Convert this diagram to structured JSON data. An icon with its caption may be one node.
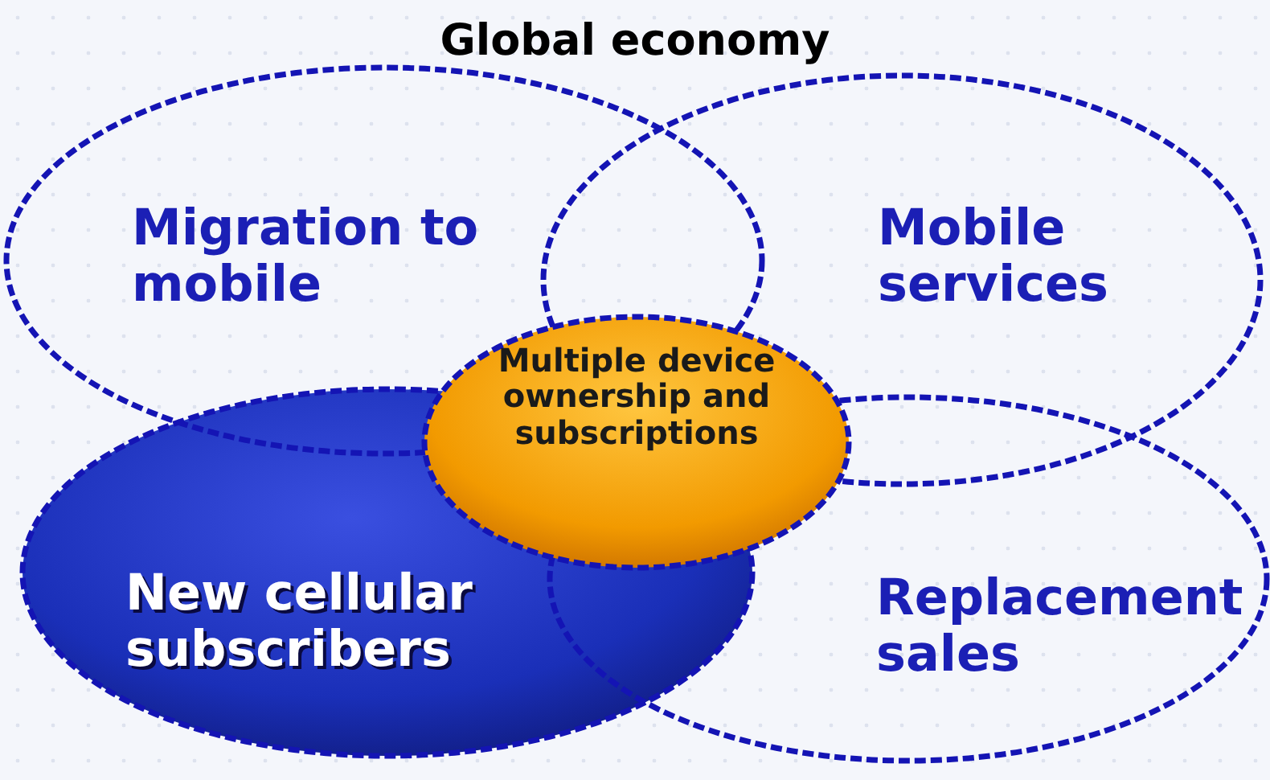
{
  "diagram": {
    "title": "Global economy",
    "nodes": [
      {
        "text": [
          "Migration to mobile"
        ]
      },
      {
        "text": [
          "Mobile services"
        ]
      },
      {
        "text": [
          "Multiple device ownership and subscriptions"
        ]
      },
      {
        "text": [
          "New cellular subscribers"
        ]
      },
      {
        "text": [
          "Replacement sales"
        ]
      }
    ],
    "edges": []
  }
}
